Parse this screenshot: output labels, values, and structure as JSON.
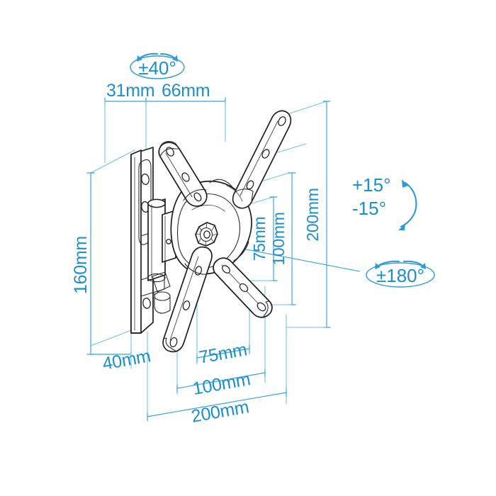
{
  "figure": {
    "title": "TV wall mount bracket dimension drawing",
    "background_color": "#ffffff",
    "dimension_color": "#1a8fd0",
    "outline_color": "#1c1c22",
    "units": "mm"
  },
  "angles": {
    "swivel": "±40°",
    "tilt_up": "+15°",
    "tilt_down": "-15°",
    "rotation": "±180°"
  },
  "dimensions": {
    "depth_min": "31mm",
    "depth_max": "66mm",
    "wall_plate_height": "160mm",
    "wall_plate_width": "40mm",
    "vesa_v_75": "75mm",
    "vesa_v_100": "100mm",
    "vesa_v_200": "200mm",
    "vesa_h_75": "75mm",
    "vesa_h_100": "100mm",
    "vesa_h_200": "200mm"
  },
  "labels": {
    "top_left_depth": "31mm",
    "top_right_depth": "66mm",
    "left_vertical": "160mm",
    "left_bottom": "40mm",
    "right_v1": "75mm",
    "right_v2": "100mm",
    "right_v3": "200mm",
    "bottom_h1": "75mm",
    "bottom_h2": "100mm",
    "bottom_h3": "200mm",
    "note_swivel": "±40°",
    "note_tilt_up": "+15°",
    "note_tilt_down": "-15°",
    "note_rotation": "±180°"
  }
}
